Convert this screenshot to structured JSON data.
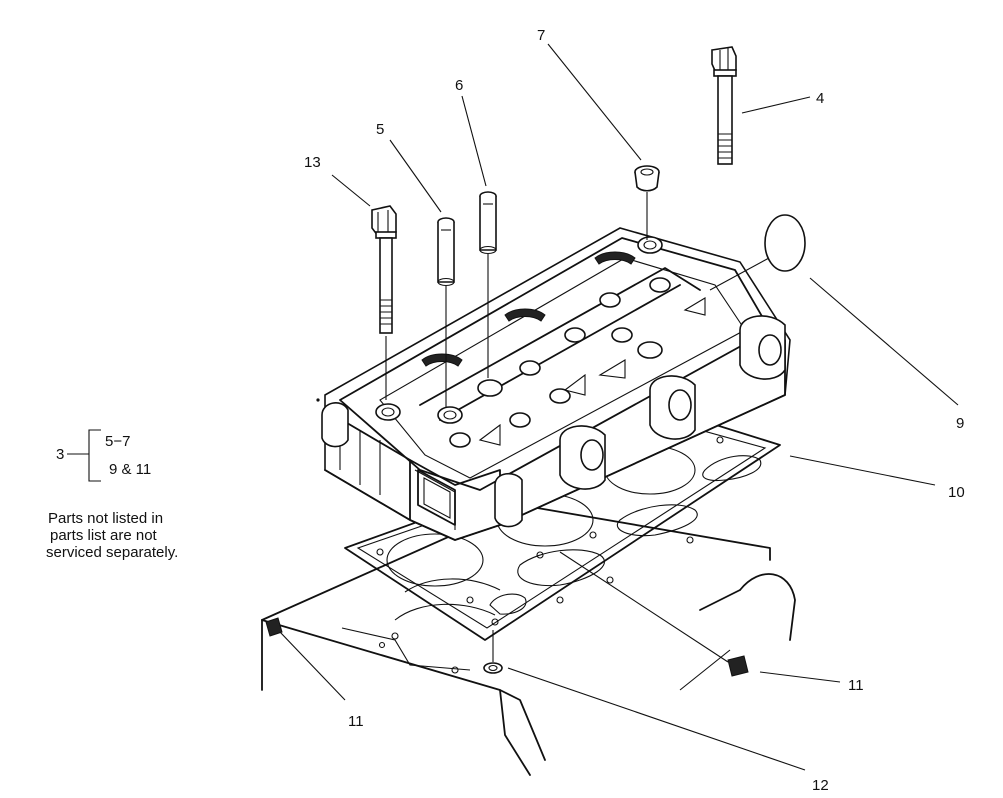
{
  "callouts": {
    "c3": "3",
    "c4": "4",
    "c5": "5",
    "c6": "6",
    "c7": "7",
    "c9": "9",
    "c10": "10",
    "c11a": "11",
    "c11b": "11",
    "c12": "12",
    "c13": "13"
  },
  "kit": {
    "group_a": "5−7",
    "group_b": "9 & 11"
  },
  "note": {
    "line1": "Parts not listed in",
    "line2": "parts list are not",
    "line3": "serviced separately."
  }
}
